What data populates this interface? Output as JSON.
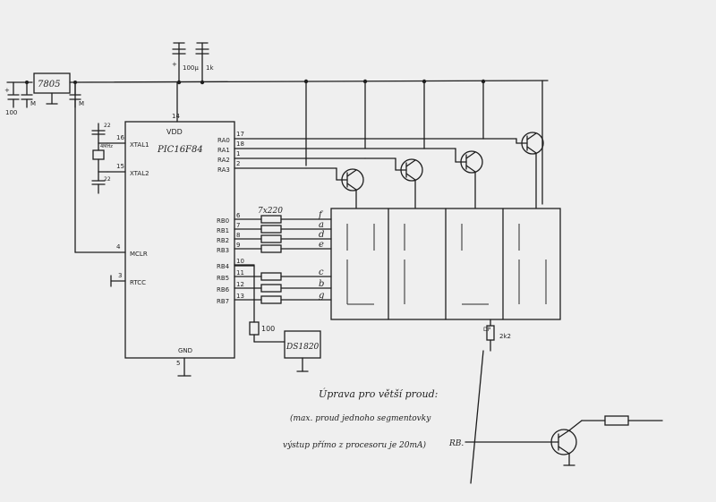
{
  "paper": {
    "color": "#efefef",
    "ink": "#1e1e1e"
  },
  "regulator": {
    "label": "7805"
  },
  "caps_left": {
    "c1": "100",
    "c2": "M",
    "c3": "M"
  },
  "caps_top": {
    "c1": "100µ",
    "c2": "1k"
  },
  "crystal": {
    "c1": "22",
    "c2": "22",
    "freq": "4MHz"
  },
  "mcu": {
    "name": "PIC16F84",
    "vdd": "VDD",
    "gnd": "GND",
    "pins_left": [
      {
        "num": "16",
        "name": "XTAL1"
      },
      {
        "num": "15",
        "name": "XTAL2"
      },
      {
        "num": "4",
        "name": "MCLR"
      },
      {
        "num": "3",
        "name": "RTCC"
      }
    ],
    "vdd_pin": "14",
    "gnd_pin": "5",
    "pins_right_ra": [
      {
        "num": "17",
        "name": "RA0"
      },
      {
        "num": "18",
        "name": "RA1"
      },
      {
        "num": "1",
        "name": "RA2"
      },
      {
        "num": "2",
        "name": "RA3"
      }
    ],
    "pins_right_rb": [
      {
        "num": "6",
        "name": "RB0"
      },
      {
        "num": "7",
        "name": "RB1"
      },
      {
        "num": "8",
        "name": "RB2"
      },
      {
        "num": "9",
        "name": "RB3"
      },
      {
        "num": "10",
        "name": "RB4"
      },
      {
        "num": "11",
        "name": "RB5"
      },
      {
        "num": "12",
        "name": "RB6"
      },
      {
        "num": "13",
        "name": "RB7"
      }
    ]
  },
  "resistor_array": {
    "label": "7x220"
  },
  "segment_letters": [
    "f",
    "a",
    "d",
    "e",
    "c",
    "b",
    "g"
  ],
  "resistor_100": {
    "label": "100"
  },
  "sensor": {
    "label": "DS1820"
  },
  "pullup": {
    "label": "DP",
    "value": "2k2"
  },
  "note": {
    "title": "Úprava pro větší proud:",
    "line1": "(max. proud jednoho segmentovky",
    "line2": "výstup přímo z procesoru je 20mA)",
    "target": "RB."
  }
}
